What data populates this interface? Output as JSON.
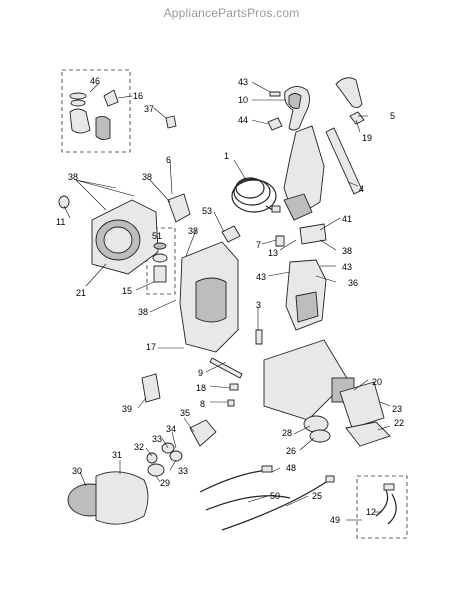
{
  "header": {
    "watermark": "AppliancePartsPros.com"
  },
  "callouts": [
    {
      "id": "c46",
      "text": "46"
    },
    {
      "id": "c16",
      "text": "16"
    },
    {
      "id": "c37",
      "text": "37"
    },
    {
      "id": "c43a",
      "text": "43"
    },
    {
      "id": "c10",
      "text": "10"
    },
    {
      "id": "c44",
      "text": "44"
    },
    {
      "id": "c5",
      "text": "5"
    },
    {
      "id": "c19",
      "text": "19"
    },
    {
      "id": "c1",
      "text": "1"
    },
    {
      "id": "c4",
      "text": "4"
    },
    {
      "id": "c6",
      "text": "6"
    },
    {
      "id": "c38a",
      "text": "38"
    },
    {
      "id": "c38b",
      "text": "38"
    },
    {
      "id": "c11",
      "text": "11"
    },
    {
      "id": "c53",
      "text": "53"
    },
    {
      "id": "c51",
      "text": "51"
    },
    {
      "id": "c38c",
      "text": "38"
    },
    {
      "id": "c41",
      "text": "41"
    },
    {
      "id": "c7",
      "text": "7"
    },
    {
      "id": "c13",
      "text": "13"
    },
    {
      "id": "c38d",
      "text": "38"
    },
    {
      "id": "c43b",
      "text": "43"
    },
    {
      "id": "c21",
      "text": "21"
    },
    {
      "id": "c15",
      "text": "15"
    },
    {
      "id": "c43c",
      "text": "43"
    },
    {
      "id": "c36",
      "text": "36"
    },
    {
      "id": "c3",
      "text": "3"
    },
    {
      "id": "c38e",
      "text": "38"
    },
    {
      "id": "c17",
      "text": "17"
    },
    {
      "id": "c9",
      "text": "9"
    },
    {
      "id": "c20",
      "text": "20"
    },
    {
      "id": "c18",
      "text": "18"
    },
    {
      "id": "c8",
      "text": "8"
    },
    {
      "id": "c39",
      "text": "39"
    },
    {
      "id": "c23",
      "text": "23"
    },
    {
      "id": "c35",
      "text": "35"
    },
    {
      "id": "c28",
      "text": "28"
    },
    {
      "id": "c22",
      "text": "22"
    },
    {
      "id": "c26",
      "text": "26"
    },
    {
      "id": "c32",
      "text": "32"
    },
    {
      "id": "c33a",
      "text": "33"
    },
    {
      "id": "c34",
      "text": "34"
    },
    {
      "id": "c31",
      "text": "31"
    },
    {
      "id": "c30",
      "text": "30"
    },
    {
      "id": "c33b",
      "text": "33"
    },
    {
      "id": "c29",
      "text": "29"
    },
    {
      "id": "c48",
      "text": "48"
    },
    {
      "id": "c50",
      "text": "50"
    },
    {
      "id": "c25",
      "text": "25"
    },
    {
      "id": "c12",
      "text": "12"
    },
    {
      "id": "c49",
      "text": "49"
    }
  ]
}
